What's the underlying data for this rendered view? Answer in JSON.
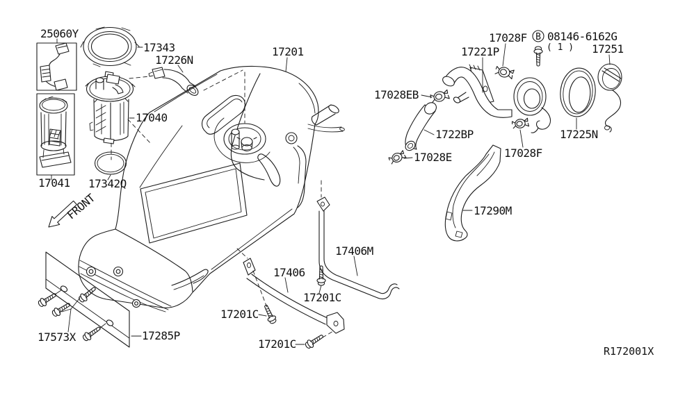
{
  "diagram": {
    "ref_code": "R172001X",
    "orientation_label": "FRONT",
    "labels": {
      "p25060y": "25060Y",
      "p17343": "17343",
      "p17226n": "17226N",
      "p17201": "17201",
      "p17040": "17040",
      "p17041": "17041",
      "p17342q": "17342Q",
      "p17573x": "17573X",
      "p17285p": "17285P",
      "p17406": "17406",
      "p17406m": "17406M",
      "p17201c_a": "17201C",
      "p17201c_b": "17201C",
      "p17201c_c": "17201C",
      "p17028eb": "17028EB",
      "p1722bp": "1722BP",
      "p17028e": "17028E",
      "p17290m": "17290M",
      "p17028f_top": "17028F",
      "p17028f_bot": "17028F",
      "p17221p": "17221P",
      "callout_b": "B",
      "p08146": "08146-6162G",
      "qty_b": "( 1 )",
      "p17251": "17251",
      "p17225n": "17225N"
    },
    "line_color": "#1a1a1a",
    "background_color": "#ffffff"
  }
}
